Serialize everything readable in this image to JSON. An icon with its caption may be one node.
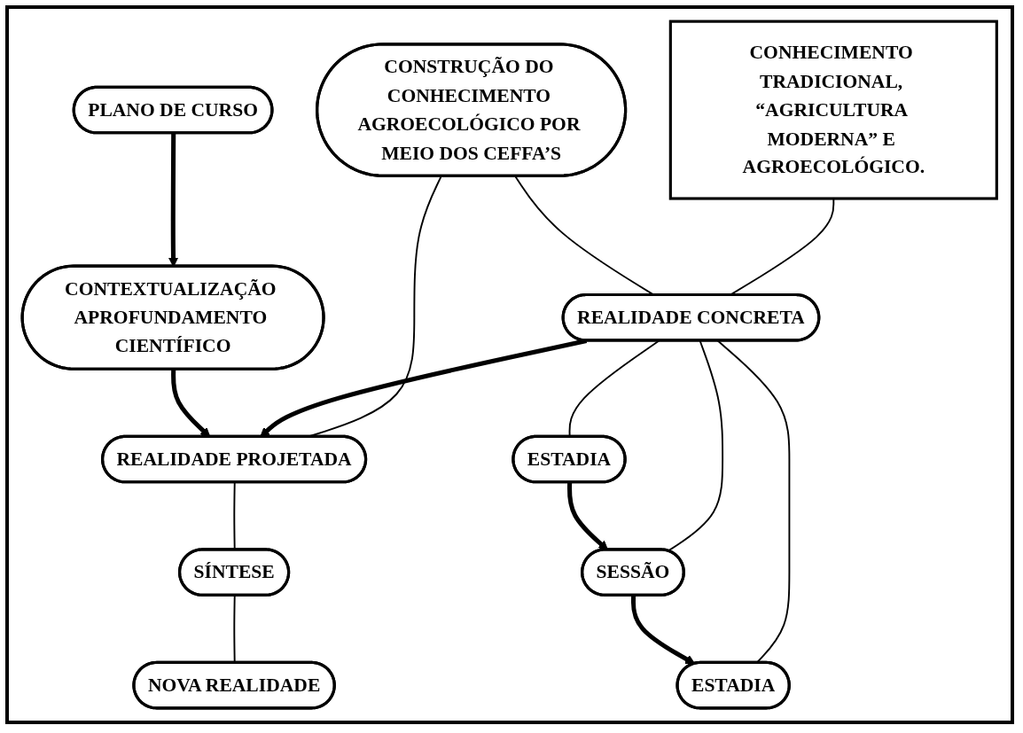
{
  "diagram": {
    "nodes": [
      {
        "text": [
          "CONHECIMENTO TRADICIONAL, “AGRICULTURA MODERNA” E AGROECOLÓGICO."
        ]
      },
      {
        "text": [
          "CONSTRUÇÃO DO CONHECIMENTO AGROECOLÓGICO POR MEIO DOS CEFFA’S"
        ]
      },
      {
        "text": [
          "REALIDADE CONCRETA"
        ]
      },
      {
        "text": [
          "REALIDADE PROJETADA"
        ]
      },
      {
        "text": [
          "ESTADIA"
        ]
      },
      {
        "text": [
          "SESSÃO"
        ]
      },
      {
        "text": [
          "ESTADIA"
        ]
      },
      {
        "text": [
          "SÍNTESE"
        ]
      },
      {
        "text": [
          "CONTEXTUALIZAÇÃO APROFUNDAMENTO CIENTÍFICO"
        ]
      },
      {
        "text": [
          "NOVA REALIDADE"
        ]
      },
      {
        "text": [
          "PLANO DE CURSO"
        ]
      }
    ],
    "edges": [
      {
        "from": 0,
        "to": 2,
        "arrow": "none"
      },
      {
        "from": 1,
        "to": 2,
        "arrow": "none"
      },
      {
        "from": 1,
        "to": 3,
        "arrow": "none"
      },
      {
        "from": 2,
        "to": 3,
        "arrow": "to",
        "style": "thick"
      },
      {
        "from": 2,
        "to": 4,
        "arrow": "none"
      },
      {
        "from": 2,
        "to": 5,
        "arrow": "none"
      },
      {
        "from": 2,
        "to": 6,
        "arrow": "none"
      },
      {
        "from": 4,
        "to": 5,
        "arrow": "to",
        "style": "thick"
      },
      {
        "from": 5,
        "to": 6,
        "arrow": "to",
        "style": "thick"
      },
      {
        "from": 3,
        "to": 7,
        "arrow": "none"
      },
      {
        "from": 7,
        "to": 9,
        "arrow": "none"
      },
      {
        "from": 8,
        "to": 3,
        "arrow": "to",
        "style": "thick"
      },
      {
        "from": 10,
        "to": 8,
        "arrow": "to",
        "style": "thick"
      }
    ]
  }
}
